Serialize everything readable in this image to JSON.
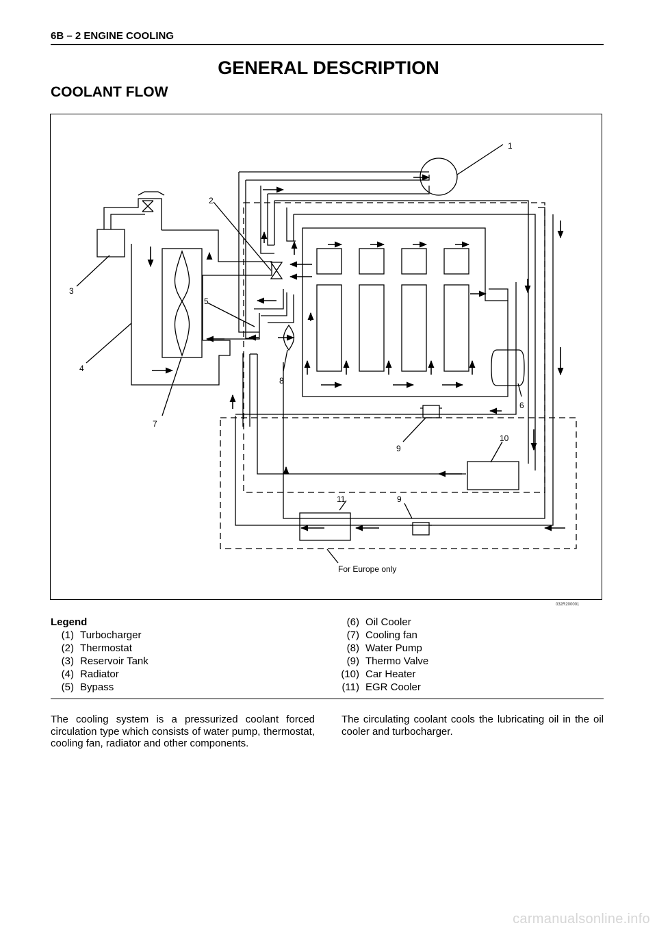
{
  "header": {
    "text": "6B – 2  ENGINE COOLING"
  },
  "title": "GENERAL DESCRIPTION",
  "subtitle": "COOLANT FLOW",
  "figure": {
    "code": "032R200001",
    "callouts": [
      "1",
      "2",
      "3",
      "4",
      "5",
      "6",
      "7",
      "8",
      "9",
      "10",
      "9",
      "11"
    ],
    "note": "For Europe only"
  },
  "legend": {
    "heading": "Legend",
    "items": [
      {
        "num": "(1)",
        "label": "Turbocharger"
      },
      {
        "num": "(2)",
        "label": "Thermostat"
      },
      {
        "num": "(3)",
        "label": "Reservoir Tank"
      },
      {
        "num": "(4)",
        "label": "Radiator"
      },
      {
        "num": "(5)",
        "label": "Bypass"
      },
      {
        "num": "(6)",
        "label": "Oil Cooler"
      },
      {
        "num": "(7)",
        "label": "Cooling fan"
      },
      {
        "num": "(8)",
        "label": "Water Pump"
      },
      {
        "num": "(9)",
        "label": "Thermo  Valve"
      },
      {
        "num": "(10)",
        "label": "Car Heater"
      },
      {
        "num": "(11)",
        "label": "EGR Cooler"
      }
    ]
  },
  "body": {
    "left": "The cooling system is a pressurized coolant forced circulation type which consists of water pump, thermostat, cooling fan, radiator and other components.",
    "right": "The circulating coolant cools the lubricating oil in the oil cooler and turbocharger."
  },
  "watermark": "carmanualsonline.info"
}
